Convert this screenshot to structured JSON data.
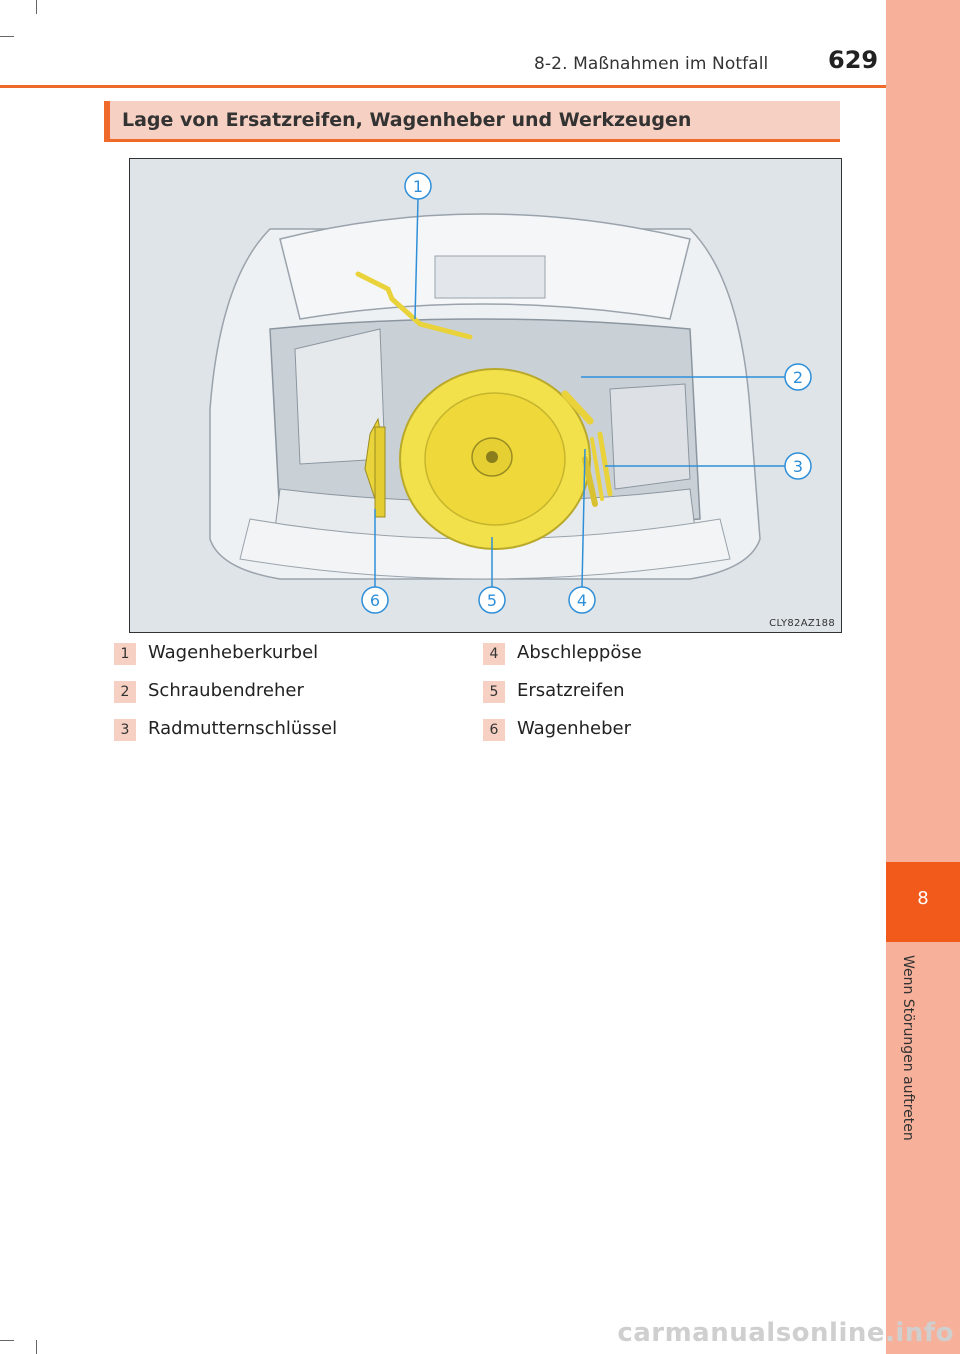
{
  "header": {
    "section": "8-2. Maßnahmen im Notfall",
    "page_number": "629"
  },
  "side_tab": {
    "chapter_number": "8",
    "chapter_title": "Wenn Störungen auftreten"
  },
  "section_title": "Lage von Ersatzreifen, Wagenheber und Werkzeugen",
  "figure": {
    "code": "CLY82AZ188",
    "callouts": [
      "1",
      "2",
      "3",
      "4",
      "5",
      "6"
    ]
  },
  "legend": [
    {
      "num": "1",
      "label": "Wagenheberkurbel"
    },
    {
      "num": "2",
      "label": "Schraubendreher"
    },
    {
      "num": "3",
      "label": "Radmutternschlüssel"
    },
    {
      "num": "4",
      "label": "Abschleppöse"
    },
    {
      "num": "5",
      "label": "Ersatzreifen"
    },
    {
      "num": "6",
      "label": "Wagenheber"
    }
  ],
  "watermark": "carmanualsonline.info",
  "colors": {
    "accent": "#ef6a2a",
    "tab_bg": "#f7b09a",
    "tab_active": "#f25a1c",
    "title_bg": "#f6d0c2",
    "highlight": "#f2e14a",
    "callout_line": "#2f8fd8"
  }
}
